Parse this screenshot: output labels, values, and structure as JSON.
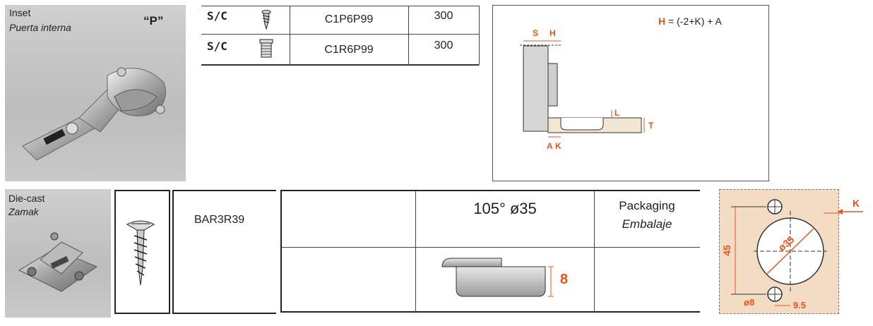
{
  "hinge": {
    "type_label": "Inset",
    "type_label_es": "Puerta interna",
    "badge": "“P”"
  },
  "hinge_table": {
    "rows": [
      {
        "fixing": "S/C",
        "icon": "screw-icon",
        "code": "C1P6P99",
        "qty": "300"
      },
      {
        "fixing": "S/C",
        "icon": "dowel-icon",
        "code": "C1R6P99",
        "qty": "300"
      }
    ]
  },
  "overlay_diagram": {
    "formula_h": "H",
    "formula_rest": " = (-2+K) + A",
    "labels": {
      "s": "S",
      "h": "H",
      "l": "L",
      "t": "T",
      "a": "A",
      "k": "K"
    }
  },
  "plate": {
    "material_label": "Die-cast",
    "material_label_es": "Zamak",
    "code": "BAR3R39"
  },
  "cup_info": {
    "angle_diameter": "105° ø35",
    "packaging_label": "Packaging",
    "packaging_label_es": "Embalaje",
    "cup_depth": "8"
  },
  "drilling": {
    "k": "K",
    "height": "45",
    "diameter": "ø35",
    "hole": "ø8",
    "offset": "9.5"
  },
  "colors": {
    "accent": "#e8541a",
    "panel": "#f2dcc4",
    "wood": "#f3e6d3"
  }
}
